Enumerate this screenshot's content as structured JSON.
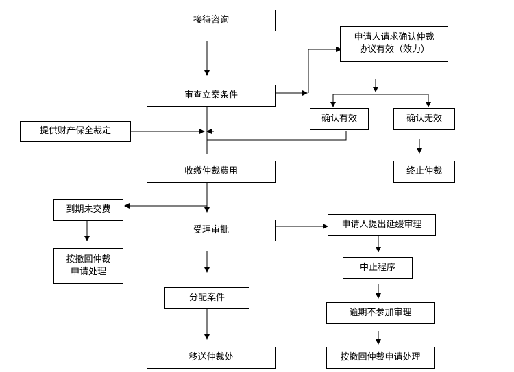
{
  "boxes": {
    "consult": "接待咨询",
    "review": "审查立案条件",
    "apply_confirm_l1": "申请人请求确认仲裁",
    "apply_confirm_l2": "协议有效（效力）",
    "confirm_valid": "确认有效",
    "confirm_invalid": "确认无效",
    "preserve": "提供财产保全裁定",
    "terminate": "终止仲裁",
    "fee": "收缴仲裁费用",
    "unpaid": "到期未交费",
    "accept": "受理审批",
    "apply_delay": "申请人提出延缓审理",
    "withdraw_l1": "按撤回仲裁",
    "withdraw_l2": "申请处理",
    "suspend": "中止程序",
    "assign": "分配案件",
    "overdue": "逾期不参加审理",
    "transfer": "移送仲裁处",
    "withdraw_final": "按撤回仲裁申请处理"
  }
}
